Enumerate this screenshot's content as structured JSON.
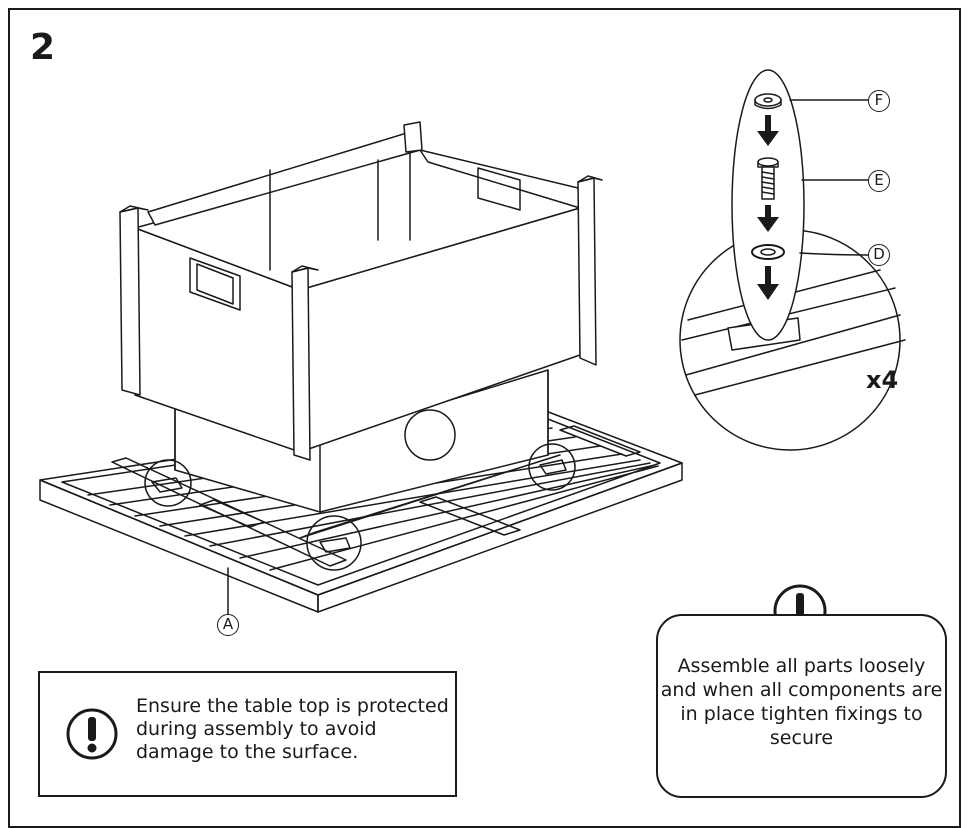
{
  "step": {
    "number": "2"
  },
  "parts": {
    "a": "A",
    "d": "D",
    "e": "E",
    "f": "F"
  },
  "quantity": "x4",
  "notes": {
    "left_text": "Ensure the table top is protected during assembly to avoid damage to the surface.",
    "right_text": "Assemble all parts loosely and when all components are in place tighten fixings to secure"
  },
  "icons": {
    "warning_left": "exclamation-circle-icon",
    "warning_right": "exclamation-circle-icon"
  },
  "colors": {
    "line": "#1a1a1a",
    "background": "#ffffff",
    "arrow": "#1a1a1a"
  }
}
